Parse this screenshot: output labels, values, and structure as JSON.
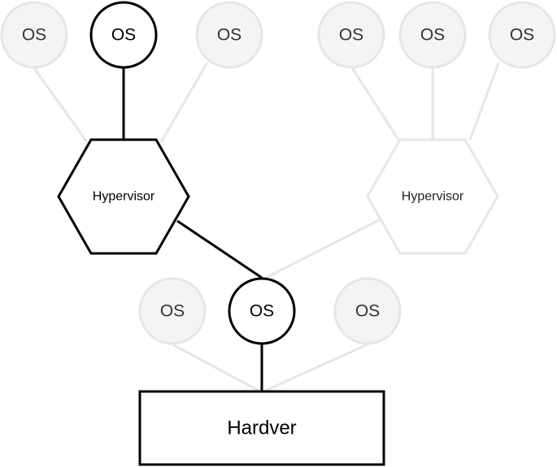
{
  "labels": {
    "os": "OS",
    "hypervisor": "Hypervisor",
    "hardware": "Hardver"
  },
  "colors": {
    "active": "#000000",
    "inactive_stroke": "#e6e6e6",
    "inactive_fill": "#f4f4f4"
  }
}
